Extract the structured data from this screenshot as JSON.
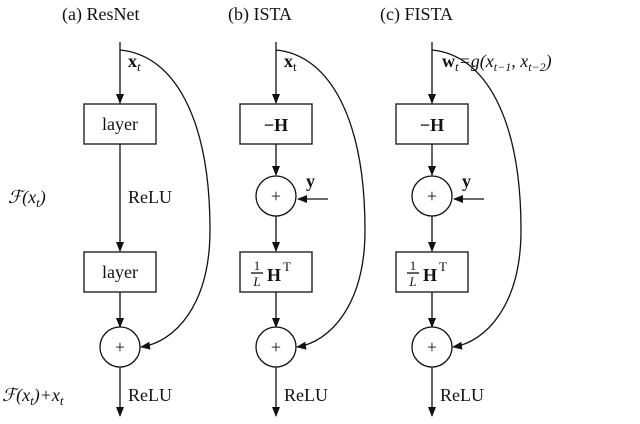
{
  "panels": [
    {
      "caption": "(a)  ResNet",
      "input": "x",
      "input_sub": "t",
      "block1": "layer",
      "block2": "layer",
      "mid_label": "ReLU",
      "side_label_F": "ℱ(x",
      "side_label_F_sub": "t",
      "side_label_F_close": ")",
      "out_label_F": "ℱ(x",
      "out_label_F_sub": "t",
      "out_label_rest": ")+x",
      "out_label_rest_sub": "t",
      "out_relu": "ReLU",
      "sum_symbol": "+"
    },
    {
      "caption": "(b)  ISTA",
      "input": "x",
      "input_sub": "t",
      "block1": "−H",
      "sum1_symbol": "+",
      "y_label": "y",
      "block2_frac_num": "1",
      "block2_frac_den": "L",
      "block2_main": "H",
      "block2_sup": "T",
      "sum2_symbol": "+",
      "out_relu": "ReLU"
    },
    {
      "caption": "(c)  FISTA",
      "input_w": "w",
      "input_w_sub": "t",
      "input_eq": "=g(x",
      "input_arg1_sub": "t−1",
      "input_comma": ", x",
      "input_arg2_sub": "t−2",
      "input_close": ")",
      "block1": "−H",
      "sum1_symbol": "+",
      "y_label": "y",
      "block2_frac_num": "1",
      "block2_frac_den": "L",
      "block2_main": "H",
      "block2_sup": "T",
      "sum2_symbol": "+",
      "out_relu": "ReLU"
    }
  ]
}
